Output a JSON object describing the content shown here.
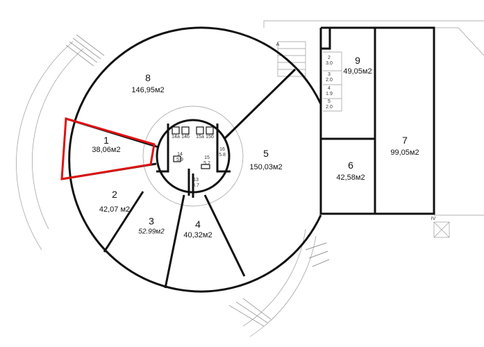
{
  "rooms": [
    {
      "id": "1",
      "number": "1",
      "area": "38,06м2",
      "selected": true
    },
    {
      "id": "2",
      "number": "2",
      "area": "42,07 м2"
    },
    {
      "id": "3",
      "number": "3",
      "area": "52.99м2"
    },
    {
      "id": "4",
      "number": "4",
      "area": "40,32м2"
    },
    {
      "id": "5",
      "number": "5",
      "area": "150,03м2"
    },
    {
      "id": "6",
      "number": "6",
      "area": "42,58м2"
    },
    {
      "id": "7",
      "number": "7",
      "area": "99,05м2"
    },
    {
      "id": "8",
      "number": "8",
      "area": "146,95м2"
    },
    {
      "id": "9",
      "number": "9",
      "area": "49,05м2"
    }
  ],
  "small_rooms": [
    {
      "number": "14а"
    },
    {
      "number": "14б"
    },
    {
      "number": "15а"
    },
    {
      "number": "15б"
    },
    {
      "number": "14",
      "area": "5.9"
    },
    {
      "number": "15",
      "area": "5.2"
    },
    {
      "number": "16",
      "area": "5.8"
    },
    {
      "number": "13",
      "area": "3.7"
    },
    {
      "number": "2",
      "area": "3.0"
    },
    {
      "number": "3",
      "area": "2.0"
    },
    {
      "number": "4",
      "area": "1.9"
    },
    {
      "number": "5",
      "area": "2.0"
    }
  ],
  "marks": {
    "stair_a": "А",
    "axis_iv": "IV"
  },
  "colors": {
    "walls": "#111111",
    "selected": "#e01010",
    "thin": "#888888"
  }
}
